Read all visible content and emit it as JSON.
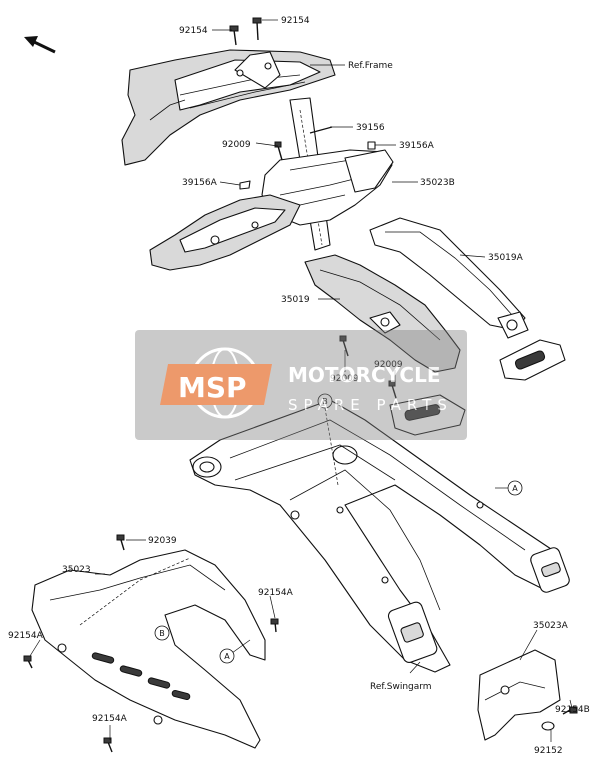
{
  "callouts": {
    "c92154_a": "92154",
    "c92154_b": "92154",
    "ref_frame": "Ref.Frame",
    "c39156": "39156",
    "c92009_top": "92009",
    "c39156A_right": "39156A",
    "c39156A_left": "39156A",
    "c35023B": "35023B",
    "c35019A": "35019A",
    "c35019": "35019",
    "c92009_mid_left": "92009",
    "c92009_mid_right": "92009",
    "c92039": "92039",
    "c35023": "35023",
    "c92154A_left": "92154A",
    "c92154A_center": "92154A",
    "c92154A_bottom": "92154A",
    "ref_swingarm": "Ref.Swingarm",
    "c35023A": "35023A",
    "c92154B": "92154B",
    "c92152": "92152"
  },
  "refs": {
    "A_right": "A",
    "A_left": "A",
    "B_top": "B",
    "B_cover": "B"
  },
  "watermark": {
    "logo": "MSP",
    "line1": "MOTORCYCLE",
    "line2": "SPARE PARTS"
  },
  "icons": {
    "direction_arrow": "front-direction-arrow-icon"
  },
  "colors": {
    "watermark_orange": "#e8773a",
    "watermark_gray": "#7f7f7f"
  }
}
